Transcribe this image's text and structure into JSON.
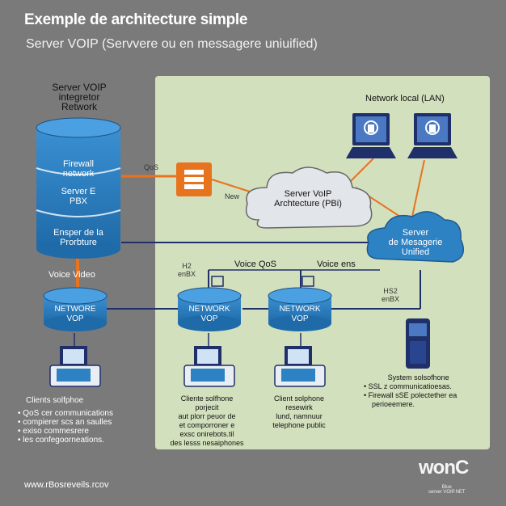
{
  "header": {
    "title": "Exemple de architecture simple",
    "subtitle": "Server VOIP (Servvere ou en messagere uniuified)"
  },
  "left_stack": {
    "heading": [
      "Server VOIP",
      "integretor",
      "Retwork"
    ],
    "firewall": [
      "Firewall",
      "network"
    ],
    "server_pbx": [
      "Server E",
      "PBX"
    ],
    "ensper": [
      "Ensper de la",
      "Prorbture"
    ],
    "voice_video": "Voice Video"
  },
  "network": {
    "lan_label": "Network local (LAN)",
    "qos_label": "QoS",
    "new_label": "New",
    "voip_cloud": [
      "Server VoIP",
      "Archtecture (PBi)"
    ],
    "um_cloud": [
      "Server",
      "de Mesagerie",
      "Unified"
    ],
    "voice_qos": "Voice QoS",
    "voice_ens": "Voice ens",
    "h2_left": [
      "H2",
      "enBX"
    ],
    "hs2_right": [
      "HS2",
      "enBX"
    ]
  },
  "nodes": {
    "left": [
      "NETWORE",
      "VOP"
    ],
    "mid": [
      "NETWORK",
      "VOP"
    ],
    "right": [
      "NETWORK",
      "VOP"
    ]
  },
  "phones": {
    "left_caption": "Clients solfphoe",
    "mid_caption": [
      "Cliente solfhone",
      "porjecit",
      "aut plorr peuor de",
      "et comporroner e",
      "exsc onirebots.til",
      "des lesss nesaiphones"
    ],
    "right_caption": [
      "Client solphone",
      "resewirk",
      "lund, namnuur",
      "telephone public"
    ],
    "mobile_caption": [
      "System solsofhone",
      "• SSL z communicatioesas.",
      "• Firewall sSE polectether ea",
      "perioeemere."
    ]
  },
  "bullets": [
    "QoS cer communications",
    "compierer scs an saulles",
    "exiso commesrere",
    "les confegoorneations."
  ],
  "footer": {
    "url": "www.rBosreveils.rcov",
    "logo": "wonC",
    "logo_sub": [
      "Blue",
      "server VOIP.NET"
    ]
  },
  "colors": {
    "background": "#7a7a7a",
    "panel": "#d3e0bd",
    "cylinder_blue": "#2d82c4",
    "orange": "#e8731f",
    "navy": "#1e2f6a"
  }
}
